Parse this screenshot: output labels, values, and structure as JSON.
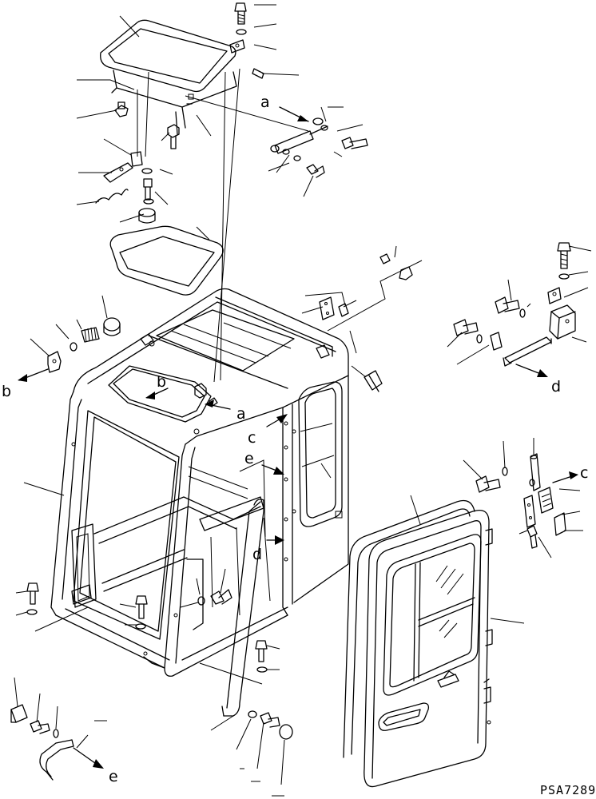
{
  "drawing": {
    "code": "PSA7289",
    "labels": [
      {
        "id": "a-top",
        "text": "a"
      },
      {
        "id": "a-roof",
        "text": "a"
      },
      {
        "id": "b-left",
        "text": "b"
      },
      {
        "id": "b-roof",
        "text": "b"
      },
      {
        "id": "c-pillar",
        "text": "c"
      },
      {
        "id": "c-hinge",
        "text": "c"
      },
      {
        "id": "d-rod",
        "text": "d"
      },
      {
        "id": "d-latch",
        "text": "d"
      },
      {
        "id": "e-pillar",
        "text": "e"
      },
      {
        "id": "e-handle",
        "text": "e"
      }
    ]
  }
}
